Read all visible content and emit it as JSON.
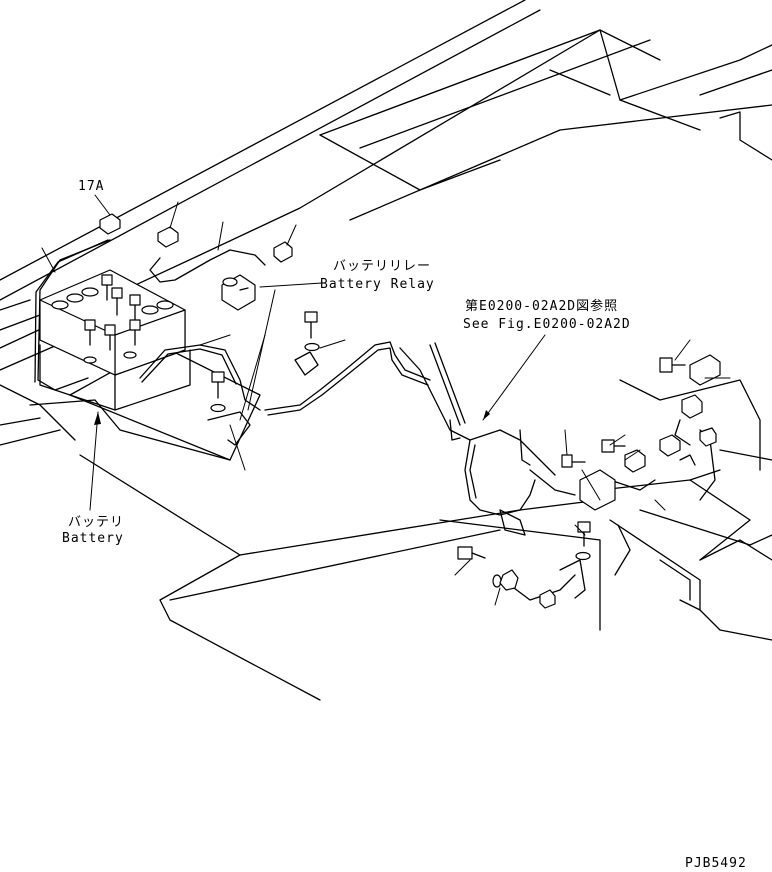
{
  "labels": {
    "part_17a": "17A",
    "battery_relay_jp": "バッテリリレー",
    "battery_relay_en": "Battery Relay",
    "see_fig_jp": "第E0200-02A2D図参照",
    "see_fig_en": "See Fig.E0200-02A2D",
    "battery_jp": "バッテリ",
    "battery_en": "Battery",
    "drawing_code": "PJB5492"
  }
}
